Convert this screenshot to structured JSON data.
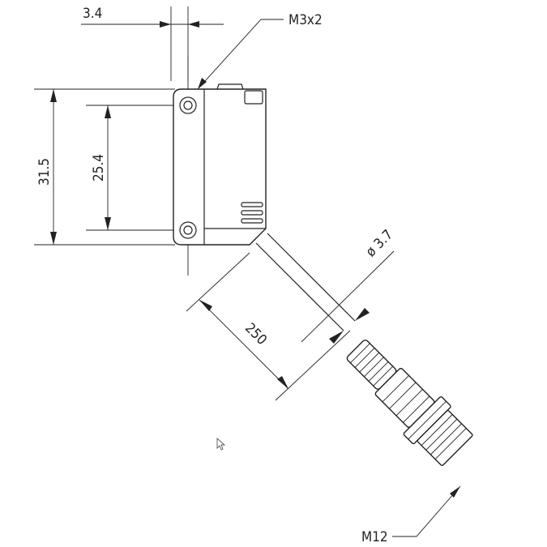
{
  "dimensions": {
    "flange_offset": "3.4",
    "screw_callout": "M3x2",
    "body_height": "31.5",
    "hole_spacing": "25.4",
    "cable_diameter": "ø 3.7",
    "cable_length": "250",
    "connector": "M12"
  }
}
